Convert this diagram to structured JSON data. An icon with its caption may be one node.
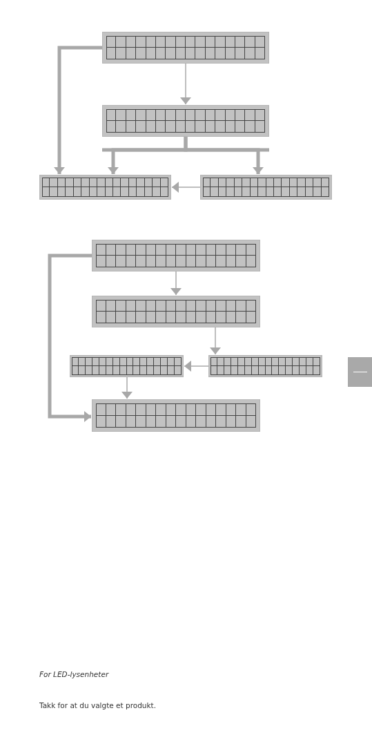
{
  "diagram": {
    "nodes": [
      {
        "text": [],
        "shape": "box"
      },
      {
        "text": [],
        "shape": "box"
      },
      {
        "text": [],
        "shape": "box"
      },
      {
        "text": [],
        "shape": "box"
      },
      {
        "text": [],
        "shape": "box"
      },
      {
        "text": [],
        "shape": "box"
      },
      {
        "text": [],
        "shape": "box"
      },
      {
        "text": [],
        "shape": "box"
      },
      {
        "text": [],
        "shape": "box"
      }
    ],
    "edges": [
      {
        "from": 0,
        "to": 2,
        "arrow": "to",
        "style": "thick"
      },
      {
        "from": 0,
        "to": 1,
        "arrow": "to"
      },
      {
        "from": 1,
        "to": 2,
        "arrow": "to",
        "style": "thick"
      },
      {
        "from": 1,
        "to": 3,
        "arrow": "to",
        "style": "thick"
      },
      {
        "from": 3,
        "to": 2,
        "arrow": "to"
      },
      {
        "from": 4,
        "to": 5,
        "arrow": "to"
      },
      {
        "from": 5,
        "to": 7,
        "arrow": "to"
      },
      {
        "from": 7,
        "to": 6,
        "arrow": "to"
      },
      {
        "from": 6,
        "to": 8,
        "arrow": "to"
      },
      {
        "from": 4,
        "to": 8,
        "arrow": "to",
        "style": "thick"
      }
    ],
    "labels": [
      "For LED-lysenheter",
      "Takk for at du valgte et produkt."
    ]
  }
}
